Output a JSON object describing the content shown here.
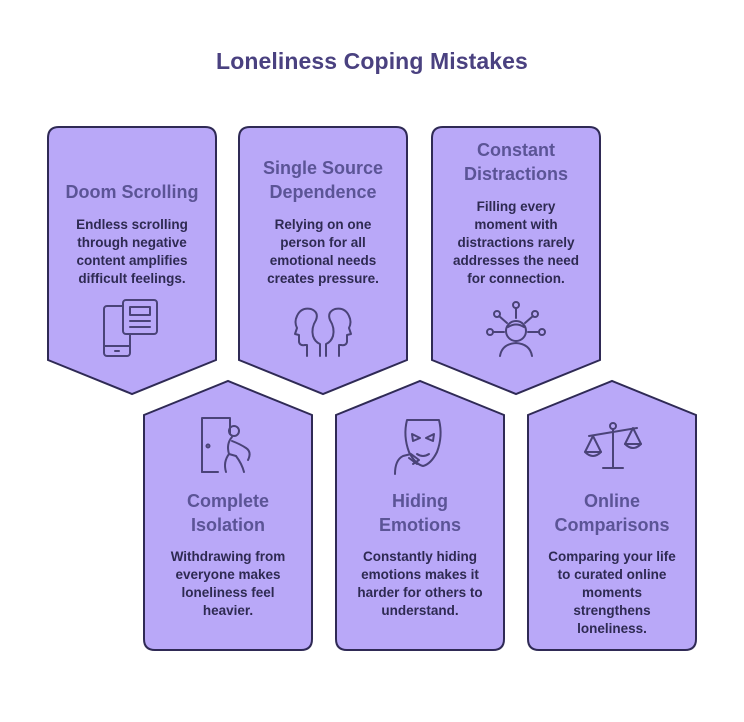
{
  "title": "Loneliness Coping Mistakes",
  "colors": {
    "card_fill": "#b9a8f8",
    "card_stroke": "#2f2a55",
    "title": "#4a4180",
    "card_title": "#5b5496",
    "card_text": "#2e2a52",
    "icon": "#4a4378"
  },
  "cards": [
    {
      "title": "Doom Scrolling",
      "description": "Endless scrolling\nthrough negative\ncontent amplifies\ndifficult feelings.",
      "icon": "phone-and-document-icon"
    },
    {
      "title": "Single Source\nDependence",
      "description": "Relying on one\nperson for all\nemotional needs\ncreates pressure.",
      "icon": "two-heads-icon"
    },
    {
      "title": "Constant\nDistractions",
      "description": "Filling every\nmoment with\ndistractions rarely\naddresses the need\nfor connection.",
      "icon": "person-with-connections-icon"
    },
    {
      "title": "Complete\nIsolation",
      "description": "Withdrawing from\neveryone makes\nloneliness feel\nheavier.",
      "icon": "person-leaving-door-icon"
    },
    {
      "title": "Hiding\nEmotions",
      "description": "Constantly hiding\nemotions makes it\nharder for others to\nunderstand.",
      "icon": "mask-icon"
    },
    {
      "title": "Online\nComparisons",
      "description": "Comparing your life\nto curated online\nmoments\nstrengthens\nloneliness.",
      "icon": "balance-scale-icon"
    }
  ]
}
